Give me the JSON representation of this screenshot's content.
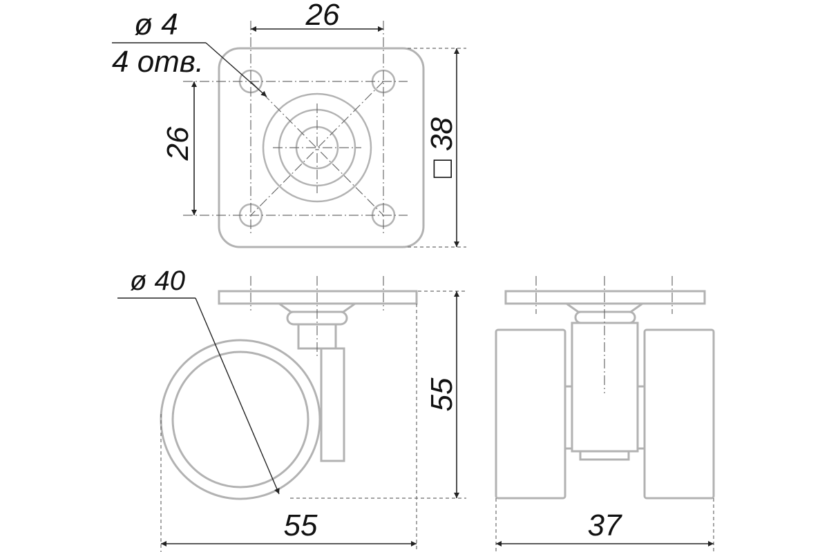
{
  "dimensions": {
    "top_width": "26",
    "top_height": "26",
    "square_size": "□ 38",
    "hole_diameter": "ø 4",
    "hole_count": "4 отв.",
    "wheel_diameter": "ø 40",
    "side_height": "55",
    "side_width": "55",
    "front_width": "37"
  }
}
